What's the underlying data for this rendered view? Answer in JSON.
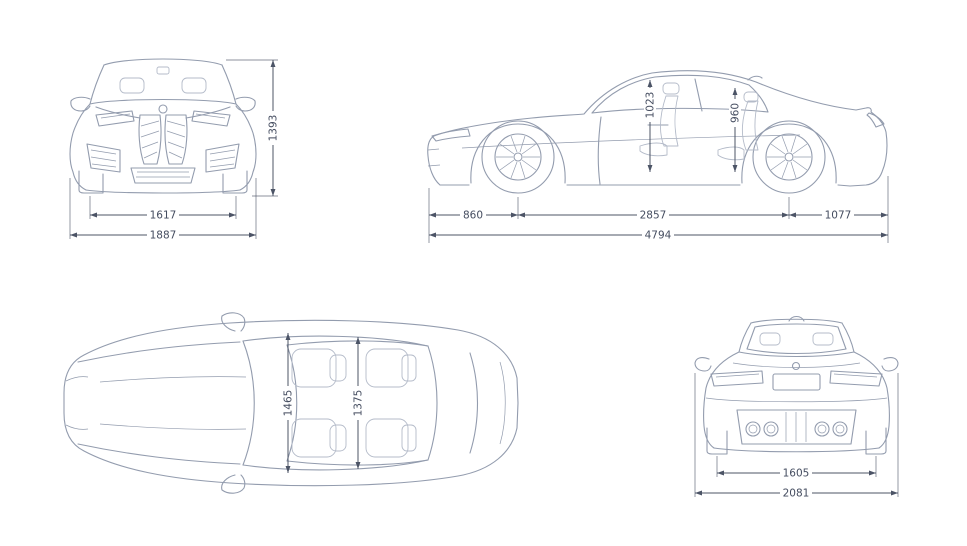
{
  "colors": {
    "car_outline": "#939cae",
    "car_ghost": "#b4bbc9",
    "dimension_line": "#4c5466",
    "label_text": "#454d60",
    "background": "#ffffff"
  },
  "views": {
    "front": {
      "dims": {
        "track_width": "1617",
        "overall_width": "1887",
        "overall_height": "1393"
      }
    },
    "side": {
      "dims": {
        "front_overhang": "860",
        "wheelbase": "2857",
        "rear_overhang": "1077",
        "overall_length": "4794",
        "front_headroom": "1023",
        "rear_headroom": "960"
      }
    },
    "top": {
      "dims": {
        "front_interior_width": "1465",
        "rear_interior_width": "1375"
      }
    },
    "rear": {
      "dims": {
        "rear_track_width": "1605",
        "overall_width_mirrors": "2081"
      }
    }
  }
}
